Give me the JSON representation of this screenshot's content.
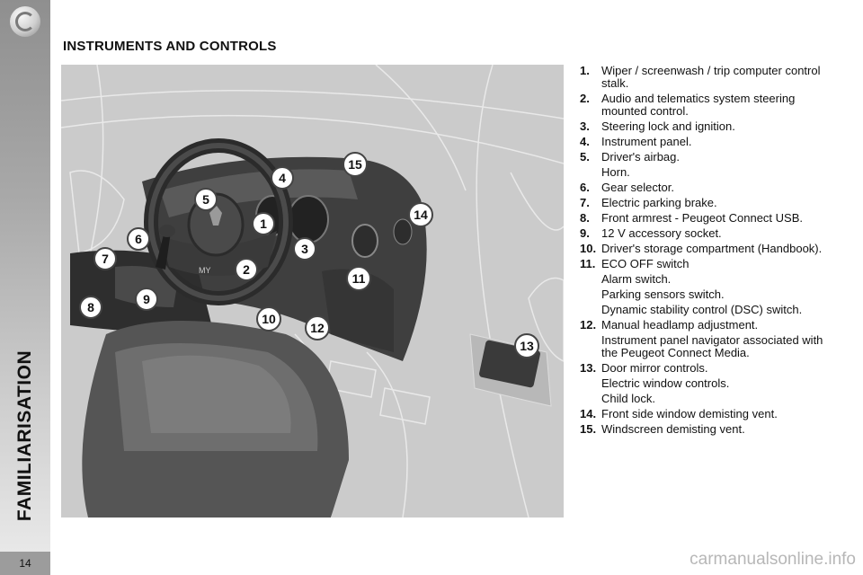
{
  "sidebar": {
    "vertical_title": "FAMILIARISATION",
    "page_number": "14"
  },
  "page": {
    "section_title": "INSTRUMENTS AND CONTROLS"
  },
  "illustration": {
    "callouts": [
      "1",
      "2",
      "3",
      "4",
      "5",
      "6",
      "7",
      "8",
      "9",
      "10",
      "11",
      "12",
      "13",
      "14",
      "15"
    ],
    "brand_mark": "MY"
  },
  "legend": [
    {
      "num": "1.",
      "text": "Wiper / screenwash / trip computer control stalk.",
      "subs": []
    },
    {
      "num": "2.",
      "text": "Audio and telematics system steering mounted control.",
      "subs": []
    },
    {
      "num": "3.",
      "text": "Steering lock and ignition.",
      "subs": []
    },
    {
      "num": "4.",
      "text": "Instrument panel.",
      "subs": []
    },
    {
      "num": "5.",
      "text": "Driver's airbag.",
      "subs": [
        "Horn."
      ]
    },
    {
      "num": "6.",
      "text": "Gear selector.",
      "subs": []
    },
    {
      "num": "7.",
      "text": "Electric parking brake.",
      "subs": []
    },
    {
      "num": "8.",
      "text": "Front armrest - Peugeot Connect USB.",
      "subs": []
    },
    {
      "num": "9.",
      "text": "12 V accessory socket.",
      "subs": []
    },
    {
      "num": "10.",
      "text": "Driver's storage compartment (Handbook).",
      "subs": []
    },
    {
      "num": "11.",
      "text": "ECO OFF switch",
      "subs": [
        "Alarm switch.",
        "Parking sensors switch.",
        "Dynamic stability control (DSC) switch."
      ]
    },
    {
      "num": "12.",
      "text": "Manual headlamp adjustment.",
      "subs": [
        "Instrument panel navigator associated with the Peugeot Connect Media."
      ]
    },
    {
      "num": "13.",
      "text": "Door mirror controls.",
      "subs": [
        "Electric window controls.",
        "Child lock."
      ]
    },
    {
      "num": "14.",
      "text": "Front side window demisting vent.",
      "subs": []
    },
    {
      "num": "15.",
      "text": "Windscreen demisting vent.",
      "subs": []
    }
  ],
  "watermark": "carmanualsonline.info"
}
